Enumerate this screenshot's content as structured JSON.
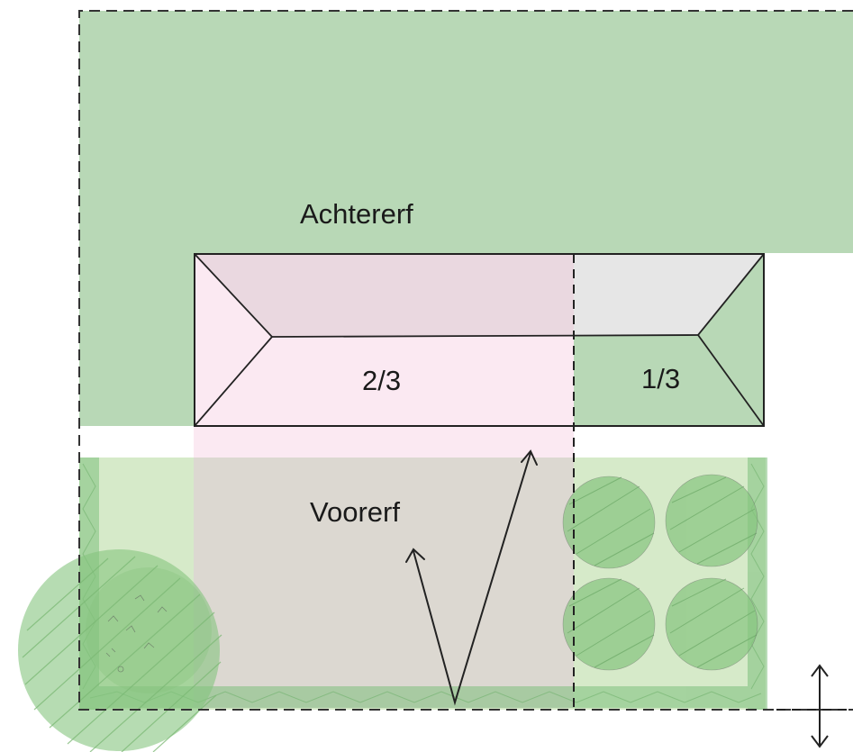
{
  "labels": {
    "backyard": "Achtererf",
    "front_yard": "Voorerf",
    "two_thirds": "2/3",
    "one_third": "1/3"
  },
  "colors": {
    "backyard_fill": "#b8d8b6",
    "front_yard_fill": "#d6eac9",
    "pink_fill": "#fbe9f2",
    "roof_pink": "#ead8e0",
    "roof_grey": "#e6e6e6",
    "paved_fill": "#dcd8d1",
    "hedge_green": "#7dc07c",
    "tree_green": "#86c47f"
  }
}
